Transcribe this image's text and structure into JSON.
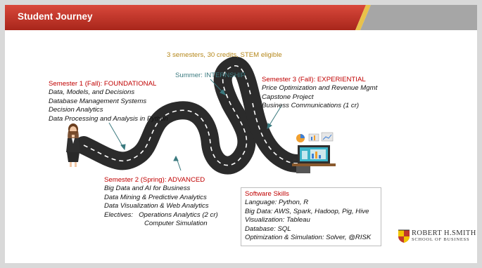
{
  "title": "Student Journey",
  "tagline": "3 semesters, 30 credits, STEM eligible",
  "summer": "Summer: INTERNSHIP",
  "semester1": {
    "heading": "Semester 1 (Fall): FOUNDATIONAL",
    "courses": [
      "Data, Models, and Decisions",
      "Database Management Systems",
      "Decision Analytics",
      "Data Processing and Analysis in Python"
    ]
  },
  "semester2": {
    "heading": "Semester 2 (Spring): ADVANCED",
    "courses": [
      "Big Data and AI for Business",
      "Data Mining & Predictive Analytics",
      "Data Visualization & Web Analytics"
    ],
    "electives_label": "Electives:",
    "electives": [
      "Operations Analytics (2 cr)",
      "Computer Simulation"
    ]
  },
  "semester3": {
    "heading": "Semester 3 (Fall): EXPERIENTIAL",
    "courses": [
      "Price Optimization and Revenue Mgmt",
      "Capstone Project",
      "Business Communications (1 cr)"
    ]
  },
  "software": {
    "heading": "Software Skills",
    "items": [
      "Language: Python, R",
      "Big Data: AWS, Spark, Hadoop, Pig, Hive",
      "Visualization: Tableau",
      "Database: SQL",
      "Optimization & Simulation: Solver, @RISK"
    ]
  },
  "logo": {
    "line1": "ROBERT H.SMITH",
    "line2": "SCHOOL OF BUSINESS"
  },
  "colors": {
    "header": "#c0392b",
    "header_dark": "#8e1b12",
    "accent_gray": "#a6a6a6",
    "heading_red": "#c00000",
    "road": "#2b2b2b"
  }
}
